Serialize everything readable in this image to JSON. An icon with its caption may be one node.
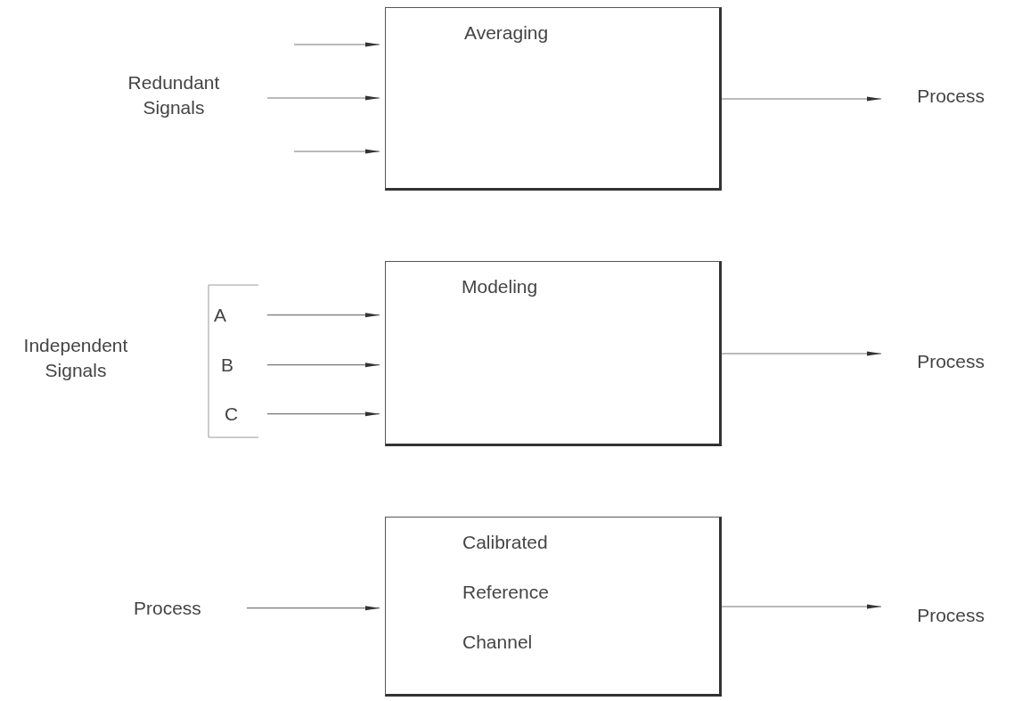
{
  "diagram": {
    "nodes": [
      {
        "text": [
          "Averaging"
        ]
      },
      {
        "text": [
          "Process"
        ]
      },
      {
        "text": [
          "A"
        ]
      },
      {
        "text": [
          "B"
        ]
      },
      {
        "text": [
          "C"
        ]
      },
      {
        "text": [
          "Modeling"
        ]
      },
      {
        "text": [
          "Process"
        ]
      },
      {
        "text": [
          "Process"
        ]
      },
      {
        "text": [
          "Calibrated Reference Channel"
        ]
      },
      {
        "text": [
          "Process"
        ]
      }
    ],
    "edges": [
      {
        "from": null,
        "to": 0,
        "arrow": "to"
      },
      {
        "from": null,
        "to": 0,
        "arrow": "to"
      },
      {
        "from": null,
        "to": 0,
        "arrow": "to"
      },
      {
        "from": 0,
        "to": 1,
        "arrow": "to"
      },
      {
        "from": 2,
        "to": 5,
        "arrow": "to"
      },
      {
        "from": 3,
        "to": 5,
        "arrow": "to"
      },
      {
        "from": 4,
        "to": 5,
        "arrow": "to"
      },
      {
        "from": 5,
        "to": 6,
        "arrow": "to"
      },
      {
        "from": 7,
        "to": 8,
        "arrow": "to"
      },
      {
        "from": 8,
        "to": 9,
        "arrow": "to"
      }
    ],
    "labels": [
      "Redundant Signals",
      "Independent Signals"
    ]
  }
}
